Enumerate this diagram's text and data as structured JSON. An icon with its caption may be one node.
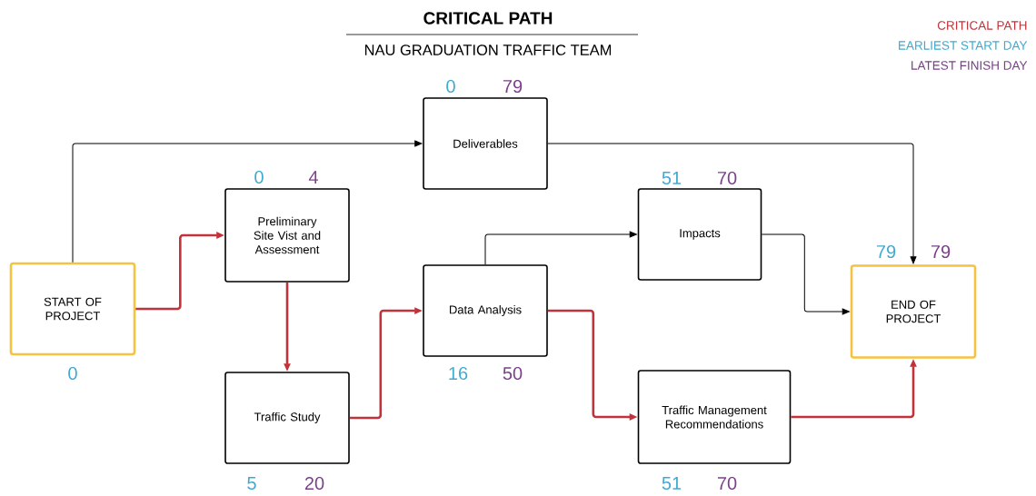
{
  "diagram": {
    "title": "CRITICAL PATH",
    "caption": "NAU GRADUATION TRAFFIC TEAM",
    "nodes": [
      {
        "text": [
          "START OF PROJECT"
        ],
        "beside": [
          "0"
        ]
      },
      {
        "text": [
          "Preliminary Site Vist and Assessment"
        ],
        "beside": [
          "0",
          "4"
        ]
      },
      {
        "text": [
          "Deliverables"
        ],
        "beside": [
          "0",
          "79"
        ]
      },
      {
        "text": [
          "Traffic Study"
        ],
        "beside": [
          "5",
          "20"
        ]
      },
      {
        "text": [
          "Data Analysis"
        ],
        "beside": [
          "16",
          "50"
        ]
      },
      {
        "text": [
          "Impacts"
        ],
        "beside": [
          "51",
          "70"
        ]
      },
      {
        "text": [
          "Traffic Management Recommendations"
        ],
        "beside": [
          "51",
          "70"
        ]
      },
      {
        "text": [
          "END OF PROJECT"
        ],
        "beside": [
          "79",
          "79"
        ]
      }
    ],
    "edges": [
      {
        "from": 0,
        "to": 2,
        "arrow": "to",
        "color": "#000000"
      },
      {
        "from": 0,
        "to": 1,
        "arrow": "to"
      },
      {
        "from": 1,
        "to": 3,
        "arrow": "to"
      },
      {
        "from": 3,
        "to": 4,
        "arrow": "to"
      },
      {
        "from": 4,
        "to": 5,
        "arrow": "to",
        "color": "#000000"
      },
      {
        "from": 2,
        "to": 7,
        "arrow": "to",
        "color": "#000000"
      },
      {
        "from": 5,
        "to": 7,
        "arrow": "to",
        "color": "#000000"
      },
      {
        "from": 4,
        "to": 6,
        "arrow": "to"
      },
      {
        "from": 6,
        "to": 7,
        "arrow": "to"
      }
    ],
    "legend": [
      {
        "text": "CRITICAL PATH",
        "color": "#c1323a"
      },
      {
        "text": "EARLIEST START DAY",
        "color": "#3fa9d0"
      },
      {
        "text": "LATEST FINISH DAY",
        "color": "#7b3f8c"
      }
    ]
  }
}
